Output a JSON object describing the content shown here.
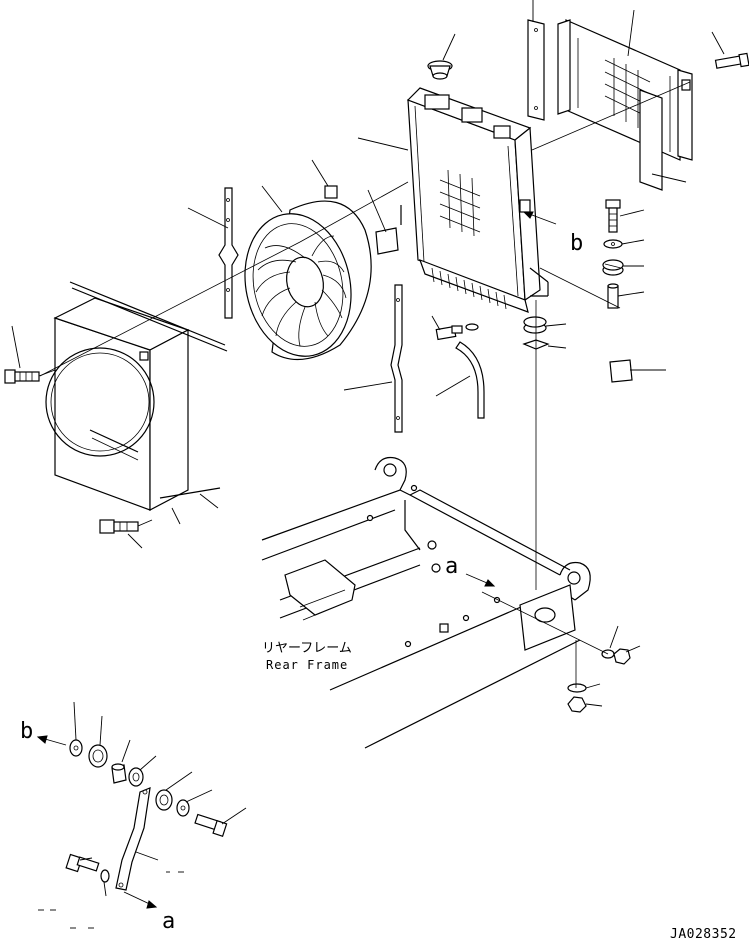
{
  "diagram": {
    "drawing_number": "JA028352",
    "rear_frame": {
      "label_ja": "リヤーフレーム",
      "label_en": "Rear Frame"
    },
    "refs": {
      "a": "a",
      "b": "b"
    }
  }
}
